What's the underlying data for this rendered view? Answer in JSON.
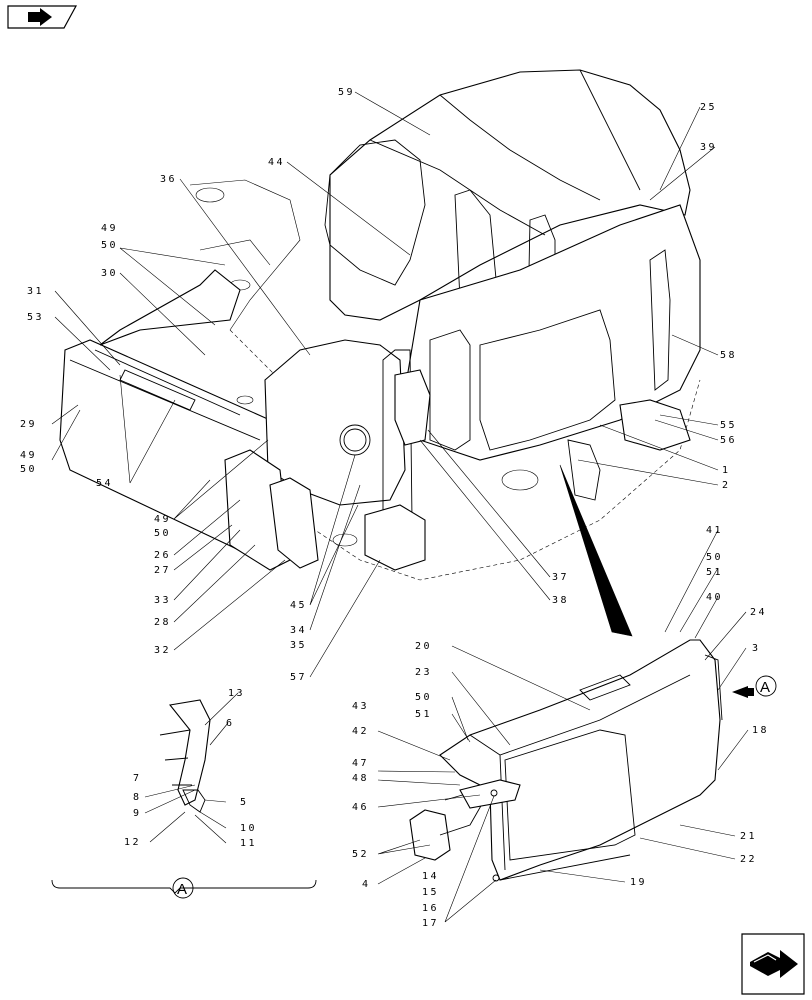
{
  "callouts": {
    "c59": "59",
    "c25": "25",
    "c39": "39",
    "c44": "44",
    "c36": "36",
    "c49a": "49",
    "c50a": "50",
    "c30": "30",
    "c31": "31",
    "c53": "53",
    "c58": "58",
    "c29": "29",
    "c49b": "49",
    "c50b": "50",
    "c55": "55",
    "c56": "56",
    "c1": "1",
    "c2": "2",
    "c54": "54",
    "c49c": "49",
    "c50c": "50",
    "c26": "26",
    "c27": "27",
    "c33": "33",
    "c28": "28",
    "c32": "32",
    "c45": "45",
    "c34": "34",
    "c35": "35",
    "c57": "57",
    "c37": "37",
    "c38": "38",
    "c41": "41",
    "c50d": "50",
    "c51a": "51",
    "c40": "40",
    "c24": "24",
    "c3": "3",
    "c20": "20",
    "c23": "23",
    "c13": "13",
    "c43": "43",
    "c50e": "50",
    "c51b": "51",
    "c42": "42",
    "c18": "18",
    "c6": "6",
    "c47": "47",
    "c48": "48",
    "c7": "7",
    "c8": "8",
    "c9": "9",
    "c5": "5",
    "c46": "46",
    "c10": "10",
    "c11": "11",
    "c12": "12",
    "c21": "21",
    "c52": "52",
    "c22": "22",
    "c19": "19",
    "c4": "4",
    "c14": "14",
    "c15": "15",
    "c16": "16",
    "c17": "17"
  },
  "view_markers": {
    "detail_arrow": "A",
    "section_label": "A"
  },
  "icons": {
    "prev": "prev-page-arrow-icon",
    "next": "next-page-arrow-icon"
  }
}
